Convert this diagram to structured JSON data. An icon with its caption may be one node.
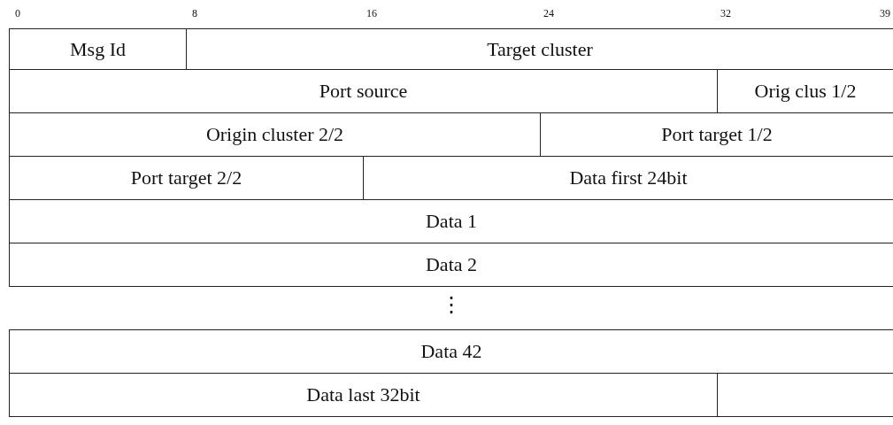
{
  "diagram": {
    "nodes": [
      {
        "text": [
          "Msg Id"
        ]
      },
      {
        "text": [
          "Target cluster"
        ]
      },
      {
        "text": [
          "Port source"
        ]
      },
      {
        "text": [
          "Orig clus 1/2"
        ]
      },
      {
        "text": [
          "Origin cluster 2/2"
        ]
      },
      {
        "text": [
          "Port target 1/2"
        ]
      },
      {
        "text": [
          "Port target 2/2"
        ]
      },
      {
        "text": [
          "Data first 24bit"
        ]
      },
      {
        "text": [
          "Data 1"
        ]
      },
      {
        "text": [
          "Data 2"
        ]
      },
      {
        "text": [
          "Data 42"
        ]
      },
      {
        "text": [
          "Data last 32bit"
        ]
      },
      {
        "text": [],
        "shape": "box"
      }
    ],
    "labels": [
      "0",
      "8",
      "16",
      "24",
      "32",
      "39",
      "⋮"
    ]
  }
}
